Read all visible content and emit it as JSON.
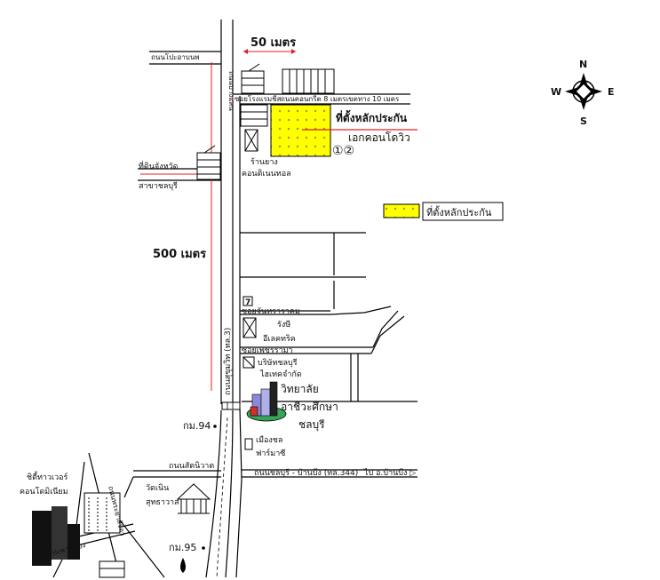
{
  "scale": {
    "short": "50 เมตร",
    "long": "500 เมตร"
  },
  "compass": {
    "n": "N",
    "s": "S",
    "e": "E",
    "w": "W"
  },
  "site": {
    "title": "ที่ตั้งหลักประกัน",
    "name": "เอกคอนโดวิว",
    "unit_numbers": "①②"
  },
  "legend": {
    "label": "ที่ตั้งหลักประกัน"
  },
  "roads": {
    "top_left": "ถนนโปะอาบนพ",
    "vertical_upper": "ถนนบางแสน",
    "soi_top": "ซอยโรงแรมชีส",
    "soi_top_desc": "ถนนคอนกรีต 8 เมตรเขตทาง 10 เมตร",
    "main_vertical": "ถนนสุขุมวิท (ทล.3)",
    "soi_jantaram": "ซอยจันทราราคม",
    "soi_phetchrama": "ซอยเพชรรามา",
    "chonburi_banbueng": "ถนนชลบุรี - บ้านบึง (ทล.344)",
    "to_banbueng": "ไป อ.บ้านบึง ▷",
    "sattaniwat": "ถนนสัตนิวาต",
    "bottom_left_road": "ถ.โปะพานทอง",
    "diagonal_road": "ถนนพระยาสัจจา"
  },
  "landmarks": {
    "shop_line1": "ร้านยาง",
    "shop_line2": "คอนติเนนทอล",
    "land_office_line1": "ที่ดินจังหวัด",
    "land_office_line2": "สาขาชลบุรี",
    "shop2_line1": "รังษี",
    "shop2_line2": "อีเลคทริค",
    "company_line1": "บริษัทชลบุรี",
    "company_line2": "ไฮเทคจำกัด",
    "college_line1": "วิทยาลัย",
    "college_line2": "อาชีวะศึกษา",
    "college_line3": "ชลบุรี",
    "pharmacy_line1": "เมืองชล",
    "pharmacy_line2": "ฟาร์มาซี",
    "km94": "กม.94",
    "km95": "กม.95",
    "temple_line1": "วัดเนิน",
    "temple_line2": "สุทธาวาส",
    "tower_line1": "ชิตี้ทาวเวอร์",
    "tower_line2": "คอนโดมิเนียม",
    "seven_eleven": "7"
  },
  "colors": {
    "site_fill": "#ffff00",
    "site_dots": "#999999",
    "arrow": "#e02020",
    "line": "#000000",
    "college_green": "#3aa35a"
  }
}
